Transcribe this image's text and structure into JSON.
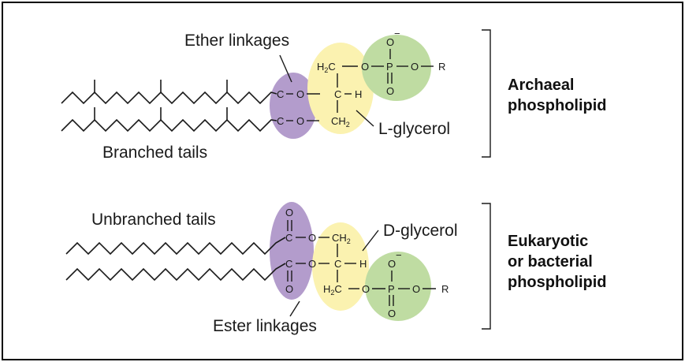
{
  "colors": {
    "purple": "#b39ccc",
    "yellow": "#fbf2b0",
    "green": "#bfdca2",
    "ink": "#1a1a1a"
  },
  "archaeal": {
    "title_line1": "Archaeal",
    "title_line2": "phospholipid",
    "tail_label": "Branched tails",
    "linkage_label": "Ether linkages",
    "glycerol_label": "L-glycerol"
  },
  "bacterial": {
    "title_line1": "Eukaryotic",
    "title_line2": "or bacterial",
    "title_line3": "phospholipid",
    "tail_label": "Unbranched tails",
    "linkage_label": "Ester linkages",
    "glycerol_label": "D-glycerol"
  },
  "atoms": {
    "C": "C",
    "O": "O",
    "H": "H",
    "P": "P",
    "R": "R",
    "neg": "−",
    "H2_H": "H",
    "H2_2": "2",
    "CH2_C": "CH",
    "CH2_2": "2"
  }
}
